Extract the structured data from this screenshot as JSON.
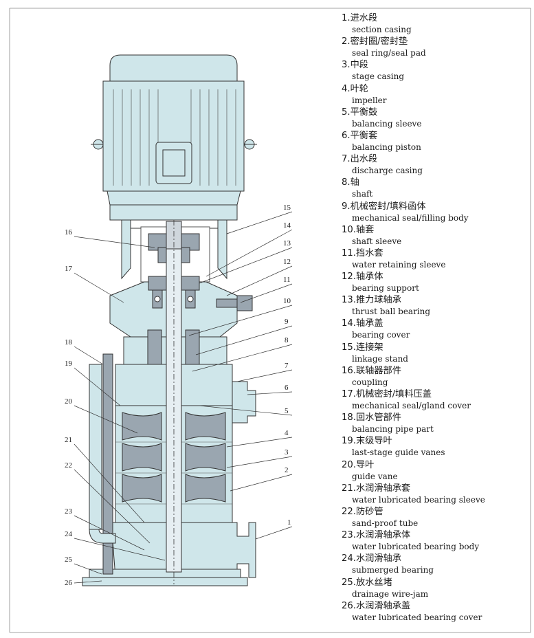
{
  "colors": {
    "casing": "#cfe6ea",
    "motor": "#cfe8ea",
    "steel": "#9aa6b0",
    "line": "#333333"
  },
  "parts": [
    {
      "num": "1",
      "zh": "进水段",
      "en": "section casing"
    },
    {
      "num": "2",
      "zh": "密封圈/密封垫",
      "en": "seal ring/seal pad"
    },
    {
      "num": "3",
      "zh": "中段",
      "en": "stage casing"
    },
    {
      "num": "4",
      "zh": "叶轮",
      "en": "impeller"
    },
    {
      "num": "5",
      "zh": "平衡鼓",
      "en": "balancing sleeve"
    },
    {
      "num": "6",
      "zh": "平衡套",
      "en": "balancing piston"
    },
    {
      "num": "7",
      "zh": "出水段",
      "en": "discharge casing"
    },
    {
      "num": "8",
      "zh": "轴",
      "en": "shaft"
    },
    {
      "num": "9",
      "zh": "机械密封/填料函体",
      "en": "mechanical seal/filling body"
    },
    {
      "num": "10",
      "zh": "轴套",
      "en": "shaft sleeve"
    },
    {
      "num": "11",
      "zh": "挡水套",
      "en": "water retaining sleeve"
    },
    {
      "num": "12",
      "zh": "轴承体",
      "en": "bearing support"
    },
    {
      "num": "13",
      "zh": "推力球轴承",
      "en": "thrust ball bearing"
    },
    {
      "num": "14",
      "zh": "轴承盖",
      "en": "bearing cover"
    },
    {
      "num": "15",
      "zh": "连接架",
      "en": "linkage stand"
    },
    {
      "num": "16",
      "zh": "联轴器部件",
      "en": "coupling"
    },
    {
      "num": "17",
      "zh": "机械密封/填料压盖",
      "en": "mechanical seal/gland cover"
    },
    {
      "num": "18",
      "zh": "回水管部件",
      "en": "balancing pipe part"
    },
    {
      "num": "19",
      "zh": "末级导叶",
      "en": "last-stage guide vanes"
    },
    {
      "num": "20",
      "zh": "导叶",
      "en": "guide vane"
    },
    {
      "num": "21",
      "zh": "水润滑轴承套",
      "en": "water lubricated bearing sleeve"
    },
    {
      "num": "22",
      "zh": "防砂管",
      "en": "sand-proof tube"
    },
    {
      "num": "23",
      "zh": "水润滑轴承体",
      "en": "water lubricated bearing body"
    },
    {
      "num": "24",
      "zh": "水润滑轴承",
      "en": "submerged bearing"
    },
    {
      "num": "25",
      "zh": "放水丝堵",
      "en": "drainage wire-jam"
    },
    {
      "num": "26",
      "zh": "水润滑轴承盖",
      "en": "water lubricated bearing cover"
    }
  ]
}
